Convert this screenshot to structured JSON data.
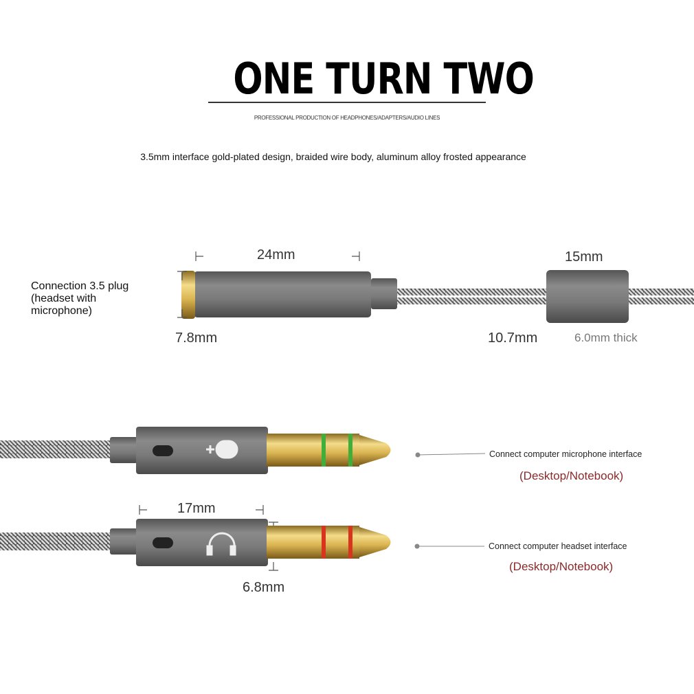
{
  "header": {
    "title": "ONE TURN TWO",
    "subtitle": "PROFESSIONAL PRODUCTION OF HEADPHONES/ADAPTERS/AUDIO LINES",
    "tagline": "3.5mm interface gold-plated design, braided wire body, aluminum alloy frosted appearance"
  },
  "female_connector": {
    "label": "Connection 3.5 plug (headset with microphone)",
    "length": "24mm",
    "diameter": "7.8mm",
    "splitter_length": "15mm",
    "splitter_width": "10.7mm",
    "splitter_thickness": "6.0mm thick"
  },
  "plugs": {
    "length": "17mm",
    "diameter": "6.8mm",
    "microphone": {
      "icon": "microphone-icon",
      "ring_color": "#3fae3a",
      "label": "Connect computer microphone interface",
      "sublabel": "(Desktop/Notebook)"
    },
    "headset": {
      "icon": "headset-icon",
      "ring_color": "#d8341e",
      "label": "Connect computer headset interface",
      "sublabel": "(Desktop/Notebook)"
    }
  },
  "colors": {
    "accent_red": "#8a2a2a",
    "body_gray": "#707070",
    "gold": "#d9b350"
  }
}
